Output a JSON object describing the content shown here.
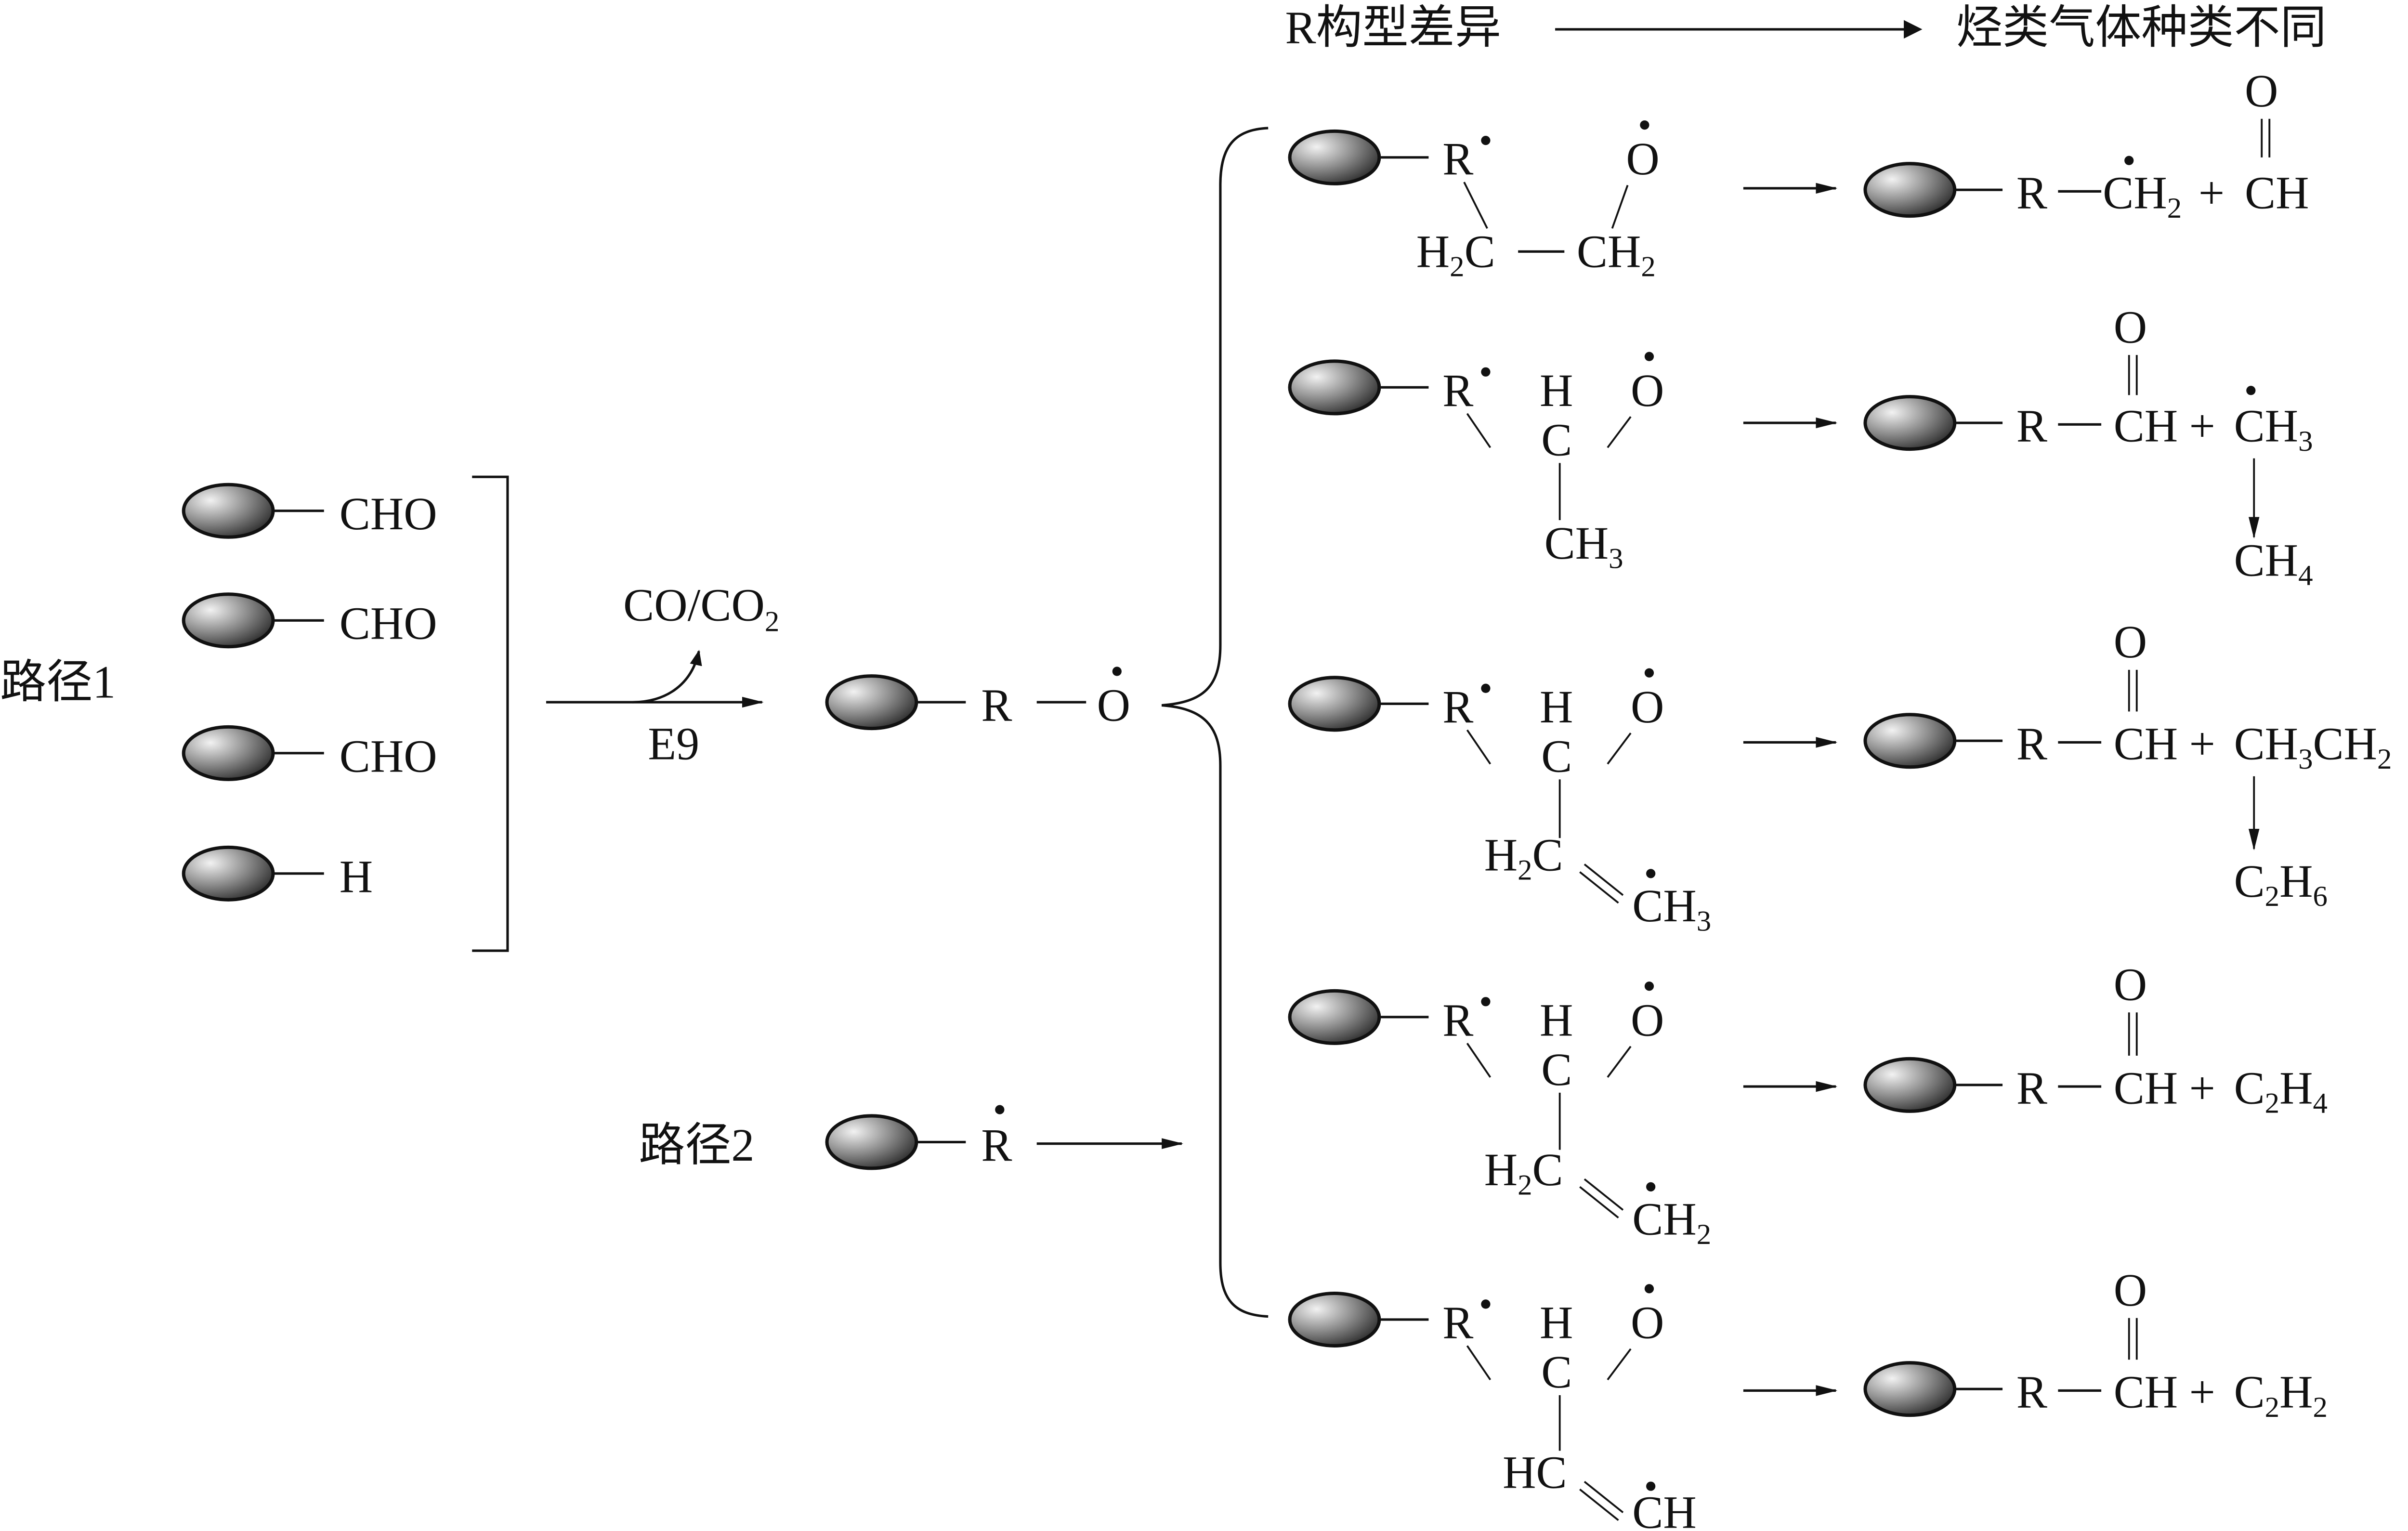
{
  "header": {
    "left_label": "R构型差异",
    "right_label": "烃类气体种类不同"
  },
  "route1": {
    "label": "路径1",
    "reactants": [
      "CHO",
      "CHO",
      "CHO",
      "H"
    ],
    "byproduct": "CO/CO",
    "byproduct_sub": "2",
    "catalyst": "E9",
    "intermediate": {
      "R": "R",
      "O": "O"
    }
  },
  "route2": {
    "label": "路径2",
    "species": "R"
  },
  "rows": [
    {
      "reactant": {
        "R": "R",
        "O": "O",
        "lower_left": "H",
        "lower_left_sub": "2",
        "lower_left_tail": "C",
        "lower_right": "CH",
        "lower_right_sub": "2"
      },
      "product": {
        "R": "R",
        "mid": "CH",
        "mid_sub": "2",
        "plus": "+",
        "carbonyl_O": "O",
        "carbonyl_C": "CH"
      }
    },
    {
      "reactant": {
        "R": "R",
        "H": "H",
        "C": "C",
        "O": "O",
        "tail": "CH",
        "tail_sub": "3"
      },
      "product": {
        "R": "R",
        "carbonyl_O": "O",
        "carbonyl_C": "CH",
        "plus": "+",
        "radical": "CH",
        "radical_sub": "3",
        "gas": "CH",
        "gas_sub": "4"
      }
    },
    {
      "reactant": {
        "R": "R",
        "H": "H",
        "C": "C",
        "O": "O",
        "tail_left": "H",
        "tail_left_sub": "2",
        "tail_left_c": "C",
        "tail_right": "CH",
        "tail_right_sub": "3"
      },
      "product": {
        "R": "R",
        "carbonyl_O": "O",
        "carbonyl_C": "CH",
        "plus": "+",
        "radical_a": "CH",
        "radical_a_sub": "3",
        "radical_b": "CH",
        "radical_b_sub": "2",
        "gas_a": "C",
        "gas_a_sub": "2",
        "gas_b": "H",
        "gas_b_sub": "6"
      }
    },
    {
      "reactant": {
        "R": "R",
        "H": "H",
        "C": "C",
        "O": "O",
        "tail_left": "H",
        "tail_left_sub": "2",
        "tail_left_c": "C",
        "tail_right": "CH",
        "tail_right_sub": "2"
      },
      "product": {
        "R": "R",
        "carbonyl_O": "O",
        "carbonyl_C": "CH",
        "plus": "+",
        "gas_a": "C",
        "gas_a_sub": "2",
        "gas_b": "H",
        "gas_b_sub": "4"
      }
    },
    {
      "reactant": {
        "R": "R",
        "H": "H",
        "C": "C",
        "O": "O",
        "tail_left": "HC",
        "tail_right": "CH"
      },
      "product": {
        "R": "R",
        "carbonyl_O": "O",
        "carbonyl_C": "CH",
        "plus": "+",
        "gas_a": "C",
        "gas_a_sub": "2",
        "gas_b": "H",
        "gas_b_sub": "2"
      }
    }
  ]
}
